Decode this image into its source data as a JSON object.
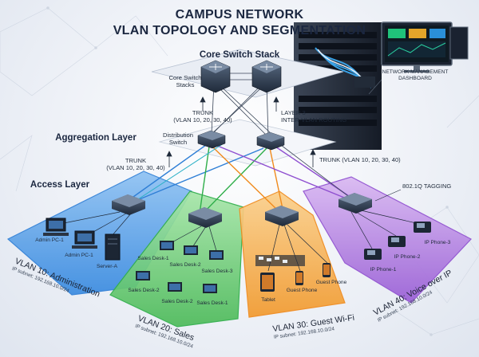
{
  "title": {
    "line1": "CAMPUS NETWORK",
    "line2": "VLAN TOPOLOGY AND SEGMENTATION"
  },
  "layers": {
    "core": "Core Switch Stack",
    "aggregation": "Aggregation Layer",
    "access": "Access Layer"
  },
  "core_label": [
    "Core Switch",
    "Stacks"
  ],
  "distribution_label": [
    "Distribution",
    "Switch"
  ],
  "trunk_core": [
    "TRUNK",
    "(VLAN 10, 20, 30, 40)"
  ],
  "layer3": [
    "LAYER 3",
    "INTER-VLAN ROUTING"
  ],
  "trunk_left": [
    "TRUNK",
    "(VLAN 10, 20, 30, 40)"
  ],
  "trunk_right": "TRUNK (VLAN 10, 20, 30, 40)",
  "tagging": "802.1Q TAGGING",
  "dashboard": [
    "NETWORK MANAGEMENT",
    "DASHBOARD"
  ],
  "vlans": [
    {
      "name": "VLAN 10: Administration",
      "subnet": "IP subnet: 192.168.10.0/24",
      "color": "#2f7fd6",
      "devices": [
        "Admin PC-1",
        "Admin PC-1",
        "Server-A"
      ]
    },
    {
      "name": "VLAN 20: Sales",
      "subnet": "IP subnet: 192.168.10.0/24",
      "color": "#2fae4a",
      "devices": [
        "Sales Desk-1",
        "Sales Desk-2",
        "Sales Desk-3",
        "Sales Desk-2",
        "Sales Desk-2",
        "Sales Desk-1"
      ]
    },
    {
      "name": "VLAN 30: Guest Wi-Fi",
      "subnet": "IP subnet: 192.168.10.0/24",
      "color": "#f08a1c",
      "devices": [
        "Tablet",
        "Guest Phone",
        "Guest Phone"
      ]
    },
    {
      "name": "VLAN 40: Voice over IP",
      "subnet": "IP subnet: 192.168.10.0/24",
      "color": "#8f4fd0",
      "devices": [
        "IP Phone-1",
        "IP Phone-2",
        "IP Phone-3"
      ]
    }
  ]
}
